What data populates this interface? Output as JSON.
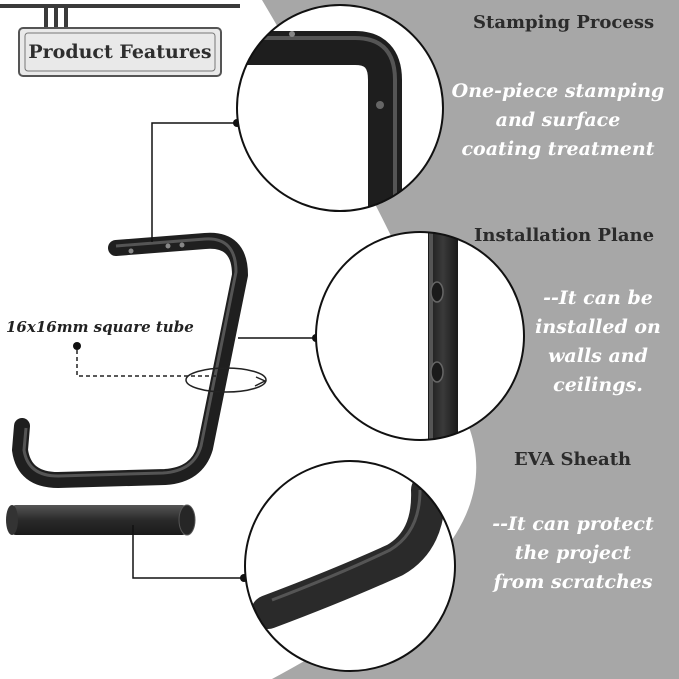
{
  "badge": {
    "label": "Product Features"
  },
  "features": [
    {
      "title": "Stamping Process",
      "description": [
        "One-piece stamping",
        "and surface",
        "coating treatment"
      ]
    },
    {
      "title": "Installation Plane",
      "description": [
        "--It can be",
        "installed on",
        "walls and",
        "ceilings."
      ]
    },
    {
      "title": "EVA Sheath",
      "description": [
        "--It can protect",
        "the project",
        "from scratches"
      ]
    }
  ],
  "tube_label": "16x16mm square tube",
  "colors": {
    "background": "#ffffff",
    "panel": "#a7a7a7",
    "metal": "#2f2f2f",
    "badge_fill": "#e9e9e9"
  }
}
